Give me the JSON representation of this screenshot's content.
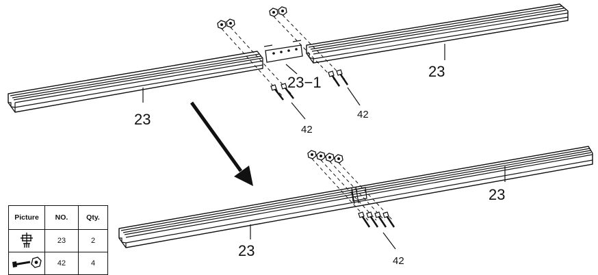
{
  "callouts": {
    "rail_top_left": "23",
    "rail_top_right": "23",
    "connector": "23−1",
    "bolts_left": "42",
    "bolts_right": "42",
    "rail_bottom_left": "23",
    "rail_bottom_right": "23",
    "bolts_bottom": "42"
  },
  "parts_table": {
    "headers": [
      "Picture",
      "NO.",
      "Qty."
    ],
    "rows": [
      {
        "picture_icon": "rail-profile-icon",
        "no": "23",
        "qty": "2"
      },
      {
        "picture_icon": "bolt-nut-icon",
        "no": "42",
        "qty": "4"
      }
    ]
  }
}
